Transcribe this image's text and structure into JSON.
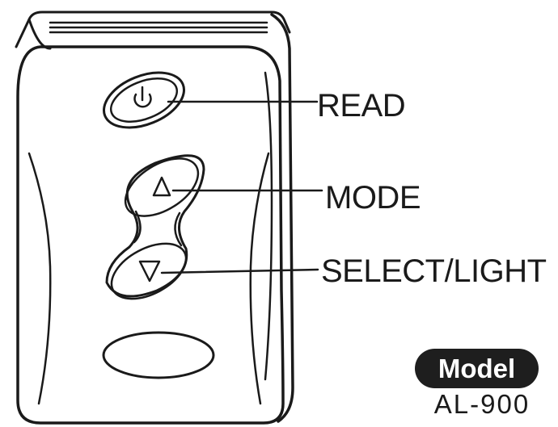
{
  "labels": {
    "read": "READ",
    "mode": "MODE",
    "select_light": "SELECT/LIGHT"
  },
  "model": {
    "badge": "Model",
    "number": "AL-900"
  },
  "icons": {
    "power": "power-icon",
    "up": "triangle-up-icon",
    "down": "triangle-down-icon"
  },
  "colors": {
    "line": "#1a1a1a",
    "background": "#ffffff",
    "badge": "#1e1e1e"
  }
}
